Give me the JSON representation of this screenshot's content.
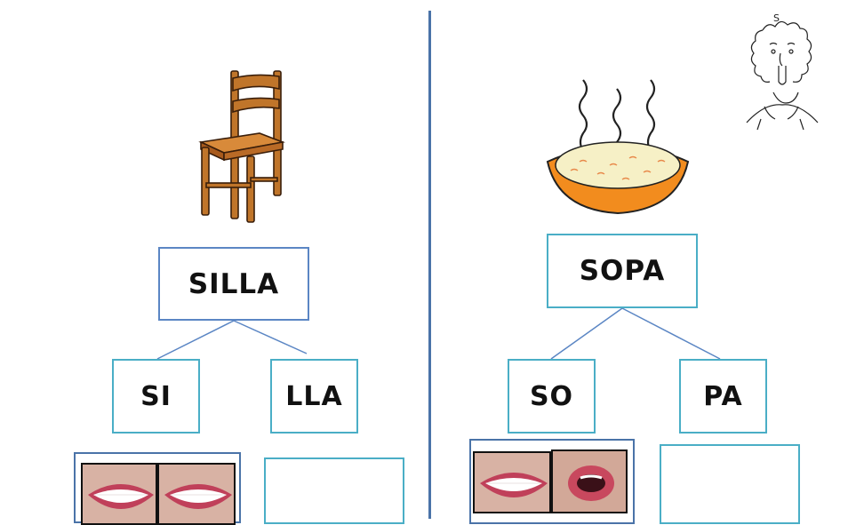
{
  "left": {
    "word": "SILLA",
    "syllables": [
      "SI",
      "LLA"
    ],
    "image_icon": "chair-icon",
    "mouth_icons": [
      "smiling-teeth-photo",
      "smiling-teeth-photo"
    ]
  },
  "right": {
    "word": "SOPA",
    "syllables": [
      "SO",
      "PA"
    ],
    "image_icon": "soup-bowl-icon",
    "mouth_icons": [
      "smiling-teeth-photo",
      "open-mouth-photo"
    ],
    "sign_icon": "s-sign-gesture-icon",
    "sign_letter": "S"
  },
  "colors": {
    "divider": "#4a73a8",
    "box_blue": "#5b86c4",
    "box_teal": "#4aaec6",
    "bowl_orange": "#f28c1e",
    "chair_brown": "#b5651d"
  }
}
